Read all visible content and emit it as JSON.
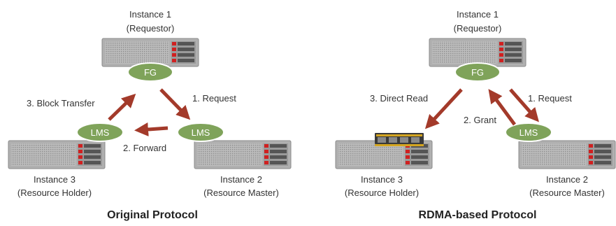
{
  "left": {
    "title": "Original Protocol",
    "instance1": {
      "name": "Instance 1",
      "role": "(Requestor)"
    },
    "instance2": {
      "name": "Instance 2",
      "role": "(Resource Master)"
    },
    "instance3": {
      "name": "Instance 3",
      "role": "(Resource Holder)"
    },
    "fg": "FG",
    "lms_left": "LMS",
    "lms_right": "LMS",
    "step_request": "1. Request",
    "step_forward": "2. Forward",
    "step_block": "3. Block Transfer"
  },
  "right": {
    "title": "RDMA-based Protocol",
    "instance1": {
      "name": "Instance 1",
      "role": "(Requestor)"
    },
    "instance2": {
      "name": "Instance 2",
      "role": "(Resource Master)"
    },
    "instance3": {
      "name": "Instance 3",
      "role": "(Resource Holder)"
    },
    "fg": "FG",
    "lms": "LMS",
    "step_request": "1. Request",
    "step_grant": "2. Grant",
    "step_read": "3. Direct Read"
  },
  "colors": {
    "ellipse": "#7fa35a",
    "arrow": "#a33a2a",
    "server_body": "#aaaaaa",
    "server_led": "#d02020"
  }
}
